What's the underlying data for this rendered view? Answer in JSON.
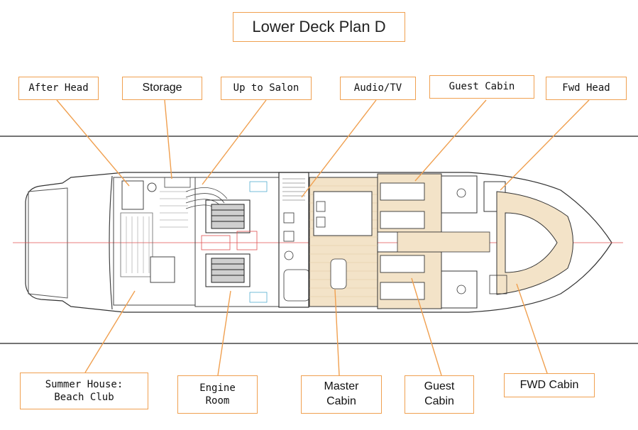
{
  "title": "Lower Deck Plan D",
  "labels": {
    "after_head": "After Head",
    "storage": "Storage",
    "up_to_salon": "Up to Salon",
    "audio_tv": "Audio/TV",
    "guest_cabin_top": "Guest Cabin",
    "fwd_head": "Fwd Head",
    "summer_house": "Summer House:\nBeach Club",
    "engine_room": "Engine\nRoom",
    "master_cabin": "Master\nCabin",
    "guest_cabin_bottom": "Guest\nCabin",
    "fwd_cabin": "FWD Cabin"
  },
  "colors": {
    "callout": "#f0a050",
    "hull_line": "#222222",
    "centerline": "#e05050",
    "floor": "#f3e3c8",
    "plan_text": "#3aa0c8"
  }
}
